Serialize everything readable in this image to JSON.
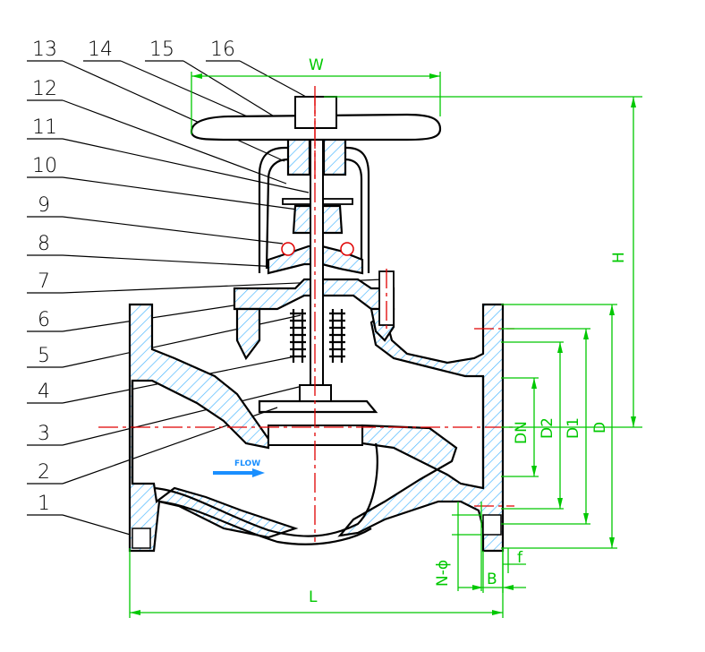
{
  "callouts": [
    {
      "num": "13"
    },
    {
      "num": "14"
    },
    {
      "num": "15"
    },
    {
      "num": "16"
    },
    {
      "num": "12"
    },
    {
      "num": "11"
    },
    {
      "num": "10"
    },
    {
      "num": "9"
    },
    {
      "num": "8"
    },
    {
      "num": "7"
    },
    {
      "num": "6"
    },
    {
      "num": "5"
    },
    {
      "num": "4"
    },
    {
      "num": "3"
    },
    {
      "num": "2"
    },
    {
      "num": "1"
    }
  ],
  "dimensions": {
    "W": "W",
    "H": "H",
    "DN": "DN",
    "D2": "D2",
    "D1": "D1",
    "D": "D",
    "L": "L",
    "N_phi": "N-ϕ",
    "B": "B",
    "f": "f"
  },
  "flow_label": "FLOW",
  "colors": {
    "outline": "#000000",
    "dimension": "#00c800",
    "centerline": "#e00000",
    "hatch": "#4db8ff",
    "flow": "#1a8fff"
  }
}
